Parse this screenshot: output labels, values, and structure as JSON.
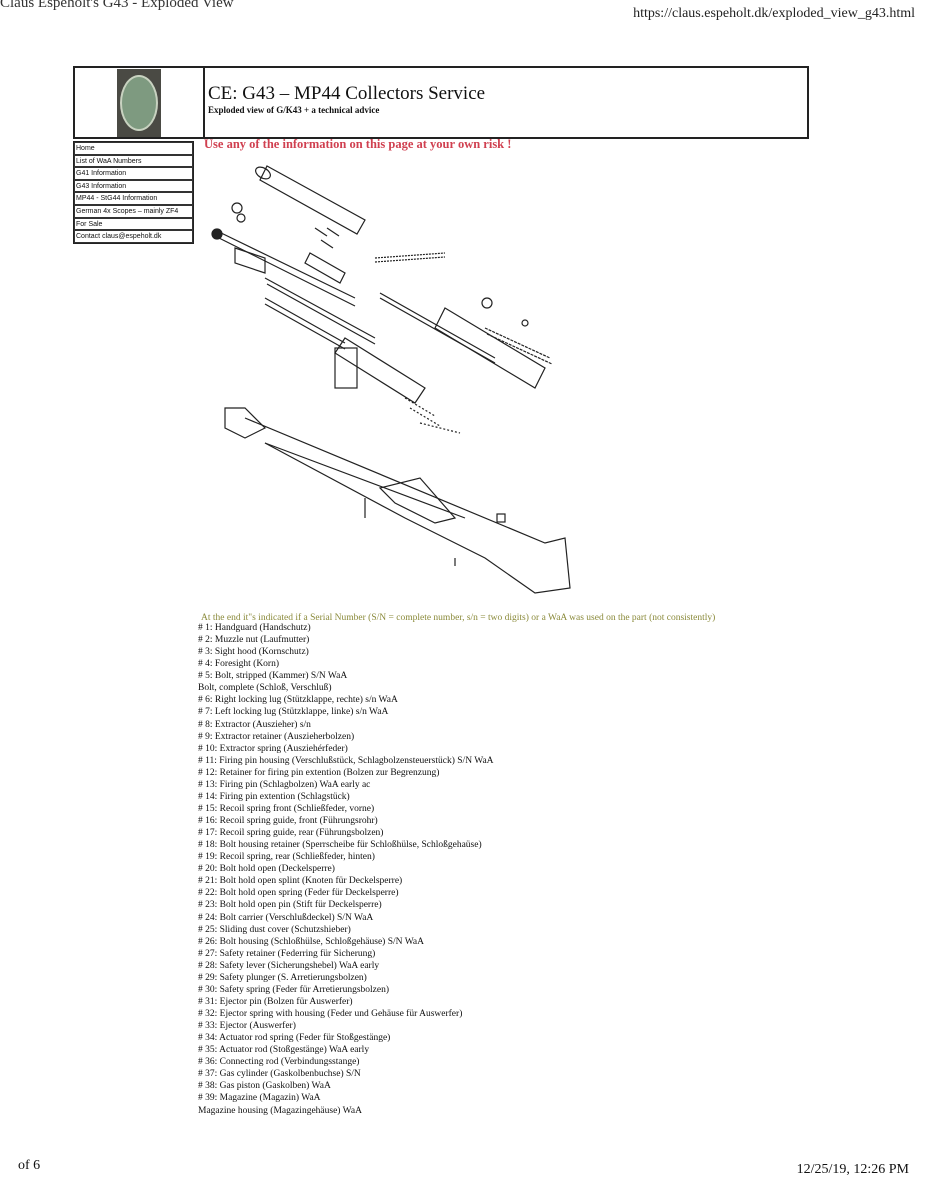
{
  "browser": {
    "page_title": "Claus Espeholt's G43 - Exploded View",
    "url": "https://claus.espeholt.dk/exploded_view_g43.html"
  },
  "header": {
    "title": "CE: G43 – MP44 Collectors Service",
    "subtitle": "Exploded view of G/K43 + a technical advice"
  },
  "nav": [
    "Home",
    "List of WaA Numbers",
    "G41 Information",
    "G43 Information",
    "MP44 - StG44 Information",
    "German 4x Scopes – mainly ZF4",
    "For Sale",
    "Contact claus@espeholt.dk"
  ],
  "warning": "Use any of the information on this page at your own risk !",
  "intro": "At the end it\"s indicated if a Serial Number (S/N = complete number, s/n = two digits) or a WaA was used on the part (not consistently)",
  "parts": [
    "# 1: Handguard (Handschutz)",
    "# 2: Muzzle nut (Laufmutter)",
    "# 3: Sight hood (Kornschutz)",
    "# 4: Foresight (Korn)",
    "# 5: Bolt, stripped (Kammer) S/N WaA",
    "Bolt, complete (Schloß, Verschluß)",
    "# 6: Right locking lug (Stützklappe, rechte) s/n WaA",
    "# 7: Left locking lug (Stützklappe, linke) s/n WaA",
    "# 8: Extractor (Auszieher) s/n",
    "# 9: Extractor retainer (Auszieherbolzen)",
    "# 10: Extractor spring (Ausziehérfeder)",
    "# 11: Firing pin housing (Verschlußstück, Schlagbolzensteuerstück) S/N WaA",
    "# 12: Retainer for firing pin extention (Bolzen zur Begrenzung)",
    "# 13: Firing pin (Schlagbolzen) WaA early ac",
    "# 14: Firing pin extention (Schlagstück)",
    "# 15: Recoil spring front (Schließfeder, vorne)",
    "# 16: Recoil spring guide, front (Führungsrohr)",
    "# 17: Recoil spring guide, rear (Führungsbolzen)",
    "# 18: Bolt housing retainer (Sperrscheibe für Schloßhülse, Schloßgehaüse)",
    "# 19: Recoil spring, rear (Schließfeder, hinten)",
    "# 20: Bolt hold open (Deckelsperre)",
    "# 21: Bolt hold open splint (Knoten für Deckelsperre)",
    "# 22: Bolt hold open spring (Feder für Deckelsperre)",
    "# 23: Bolt hold open pin (Stift für Deckelsperre)",
    "# 24: Bolt carrier (Verschlußdeckel) S/N WaA",
    "# 25: Sliding dust cover (Schutzshieber)",
    "# 26: Bolt housing (Schloßhülse, Schloßgehäuse) S/N WaA",
    "# 27: Safety retainer (Federring für Sicherung)",
    "# 28: Safety lever (Sicherungshebel) WaA early",
    "# 29: Safety plunger (S. Arretierungsbolzen)",
    "# 30: Safety spring (Feder für Arretierungsbolzen)",
    "# 31: Ejector pin (Bolzen für Auswerfer)",
    "# 32: Ejector spring with housing (Feder und Gehäuse für Auswerfer)",
    "# 33: Ejector (Auswerfer)",
    "# 34: Actuator rod spring (Feder für Stoßgestänge)",
    "# 35: Actuator rod (Stoßgestänge) WaA early",
    "# 36: Connecting rod (Verbindungsstange)",
    "# 37: Gas cylinder (Gaskolbenbuchse) S/N",
    "# 38: Gas piston (Gaskolben) WaA",
    "# 39: Magazine (Magazin) WaA",
    "Magazine housing (Magazingehäuse) WaA"
  ],
  "footer": {
    "page": "of 6",
    "datetime": "12/25/19, 12:26 PM"
  }
}
